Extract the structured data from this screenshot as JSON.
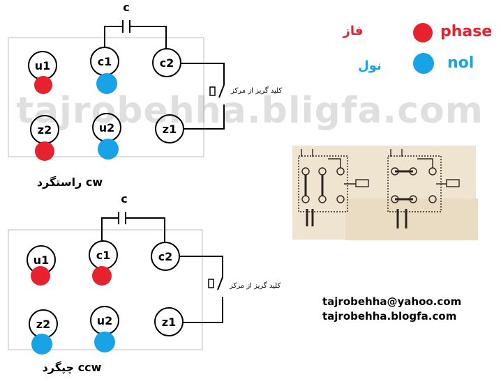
{
  "colors": {
    "phase": "#e8212f",
    "neutral": "#18a3e6"
  },
  "legend": {
    "phase_fa": "فاز",
    "phase_en": "phase",
    "neutral_fa": "نول",
    "neutral_en": "nol"
  },
  "watermark": "tajrobehha.bligfa.com",
  "cw_diagram": {
    "capacitor_label": "c",
    "switch_label": "کلید گریز از مرکز",
    "caption": "راستگرد cw",
    "terminals": {
      "u1": "u1",
      "c1": "c1",
      "c2": "c2",
      "z2": "z2",
      "u2": "u2",
      "z1": "z1"
    }
  },
  "ccw_diagram": {
    "capacitor_label": "c",
    "switch_label": "کلید گریز از مرکز",
    "caption": "چپگرد ccw",
    "terminals": {
      "u1": "u1",
      "c1": "c1",
      "c2": "c2",
      "z2": "z2",
      "u2": "u2",
      "z1": "z1"
    }
  },
  "contact": {
    "email": "tajrobehha@yahoo.com",
    "site": "tajrobehha.blogfa.com"
  }
}
